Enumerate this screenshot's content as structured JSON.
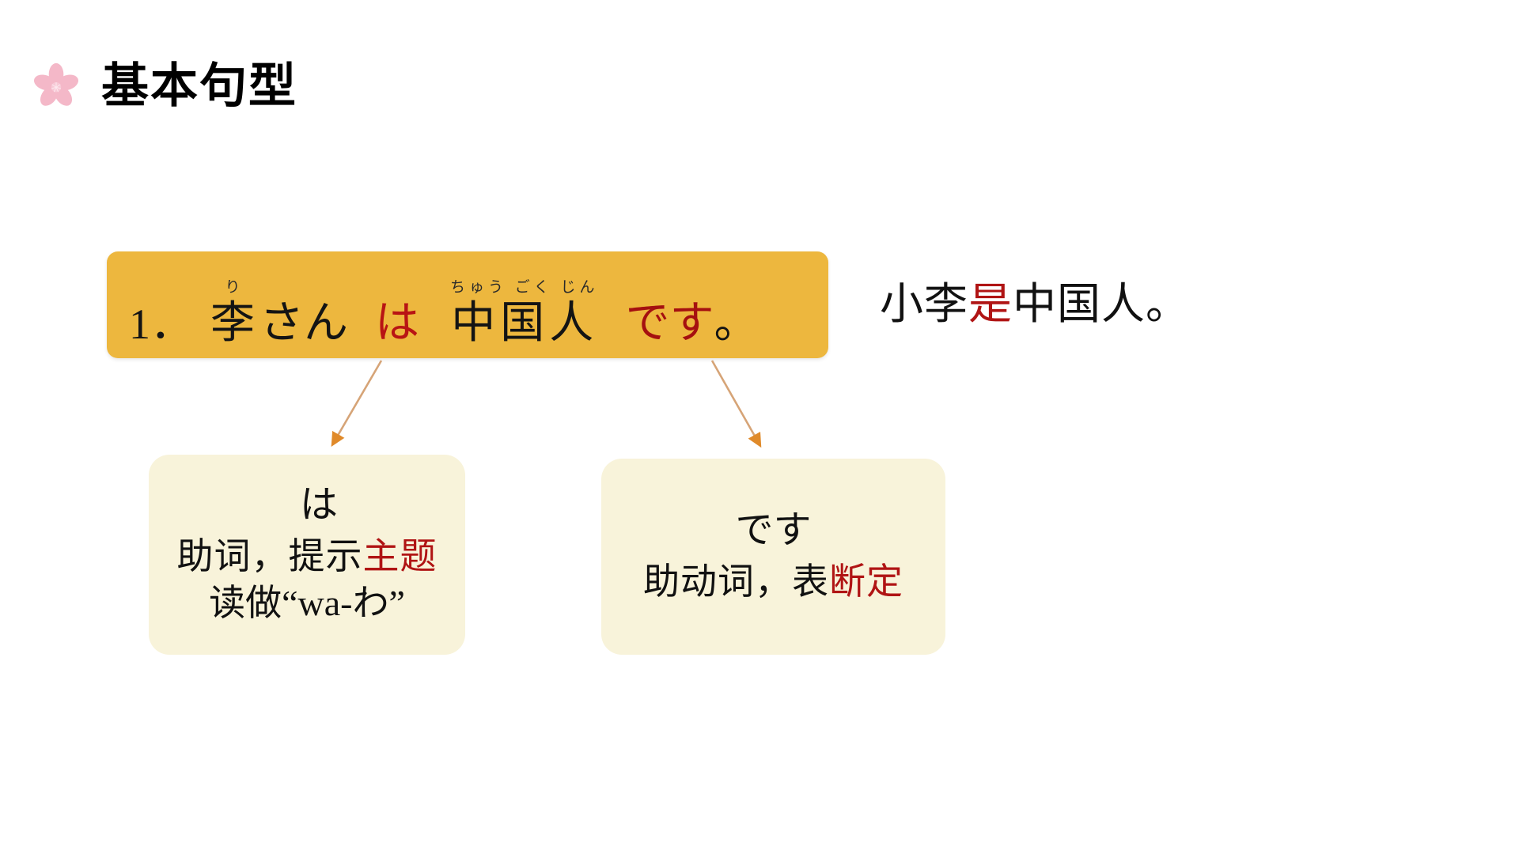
{
  "slide": {
    "background_color": "#ffffff",
    "title": "基本句型",
    "title_icon": "sakura-flower-icon",
    "accent_colors": {
      "banner": "#edb73e",
      "box": "#f8f3da",
      "red": "#b01414",
      "arrow": "#d99a4e",
      "sakura": "#f4b8c8"
    }
  },
  "sentence_banner": {
    "number": "1．",
    "tokens": [
      {
        "base": "李",
        "ruby": "り",
        "color": "black"
      },
      {
        "base": "さん",
        "ruby": "",
        "color": "black"
      },
      {
        "base": "は",
        "ruby": "",
        "color": "red"
      },
      {
        "base": "中国人",
        "ruby": "ちゅう ごく じん",
        "color": "black"
      },
      {
        "base": "です",
        "ruby": "",
        "color": "red"
      },
      {
        "base": "。",
        "ruby": "",
        "color": "black"
      }
    ],
    "plain_text": "1．李さん は 中国人 です。",
    "furigana": {
      "li": "り",
      "chuugokujin": "ちゅう ごく じん"
    },
    "particle": "は",
    "copula": "です",
    "period": "。"
  },
  "translation": {
    "prefix": "小李",
    "highlight": "是",
    "suffix": "中国人。",
    "full": "小李是中国人。"
  },
  "explanations": [
    {
      "id": "wa-particle",
      "head": "は",
      "line1_plain": "助词，提示",
      "line1_red": "主题",
      "line2": "读做“wa-わ”"
    },
    {
      "id": "desu-copula",
      "head": "です",
      "line1_plain": "助动词，表",
      "line1_red": "断定",
      "line2": ""
    }
  ],
  "arrows": [
    {
      "id": "arrow-to-wa",
      "from": "banner-particle",
      "to": "left-explanation-box"
    },
    {
      "id": "arrow-to-desu",
      "from": "banner-copula",
      "to": "right-explanation-box"
    }
  ]
}
